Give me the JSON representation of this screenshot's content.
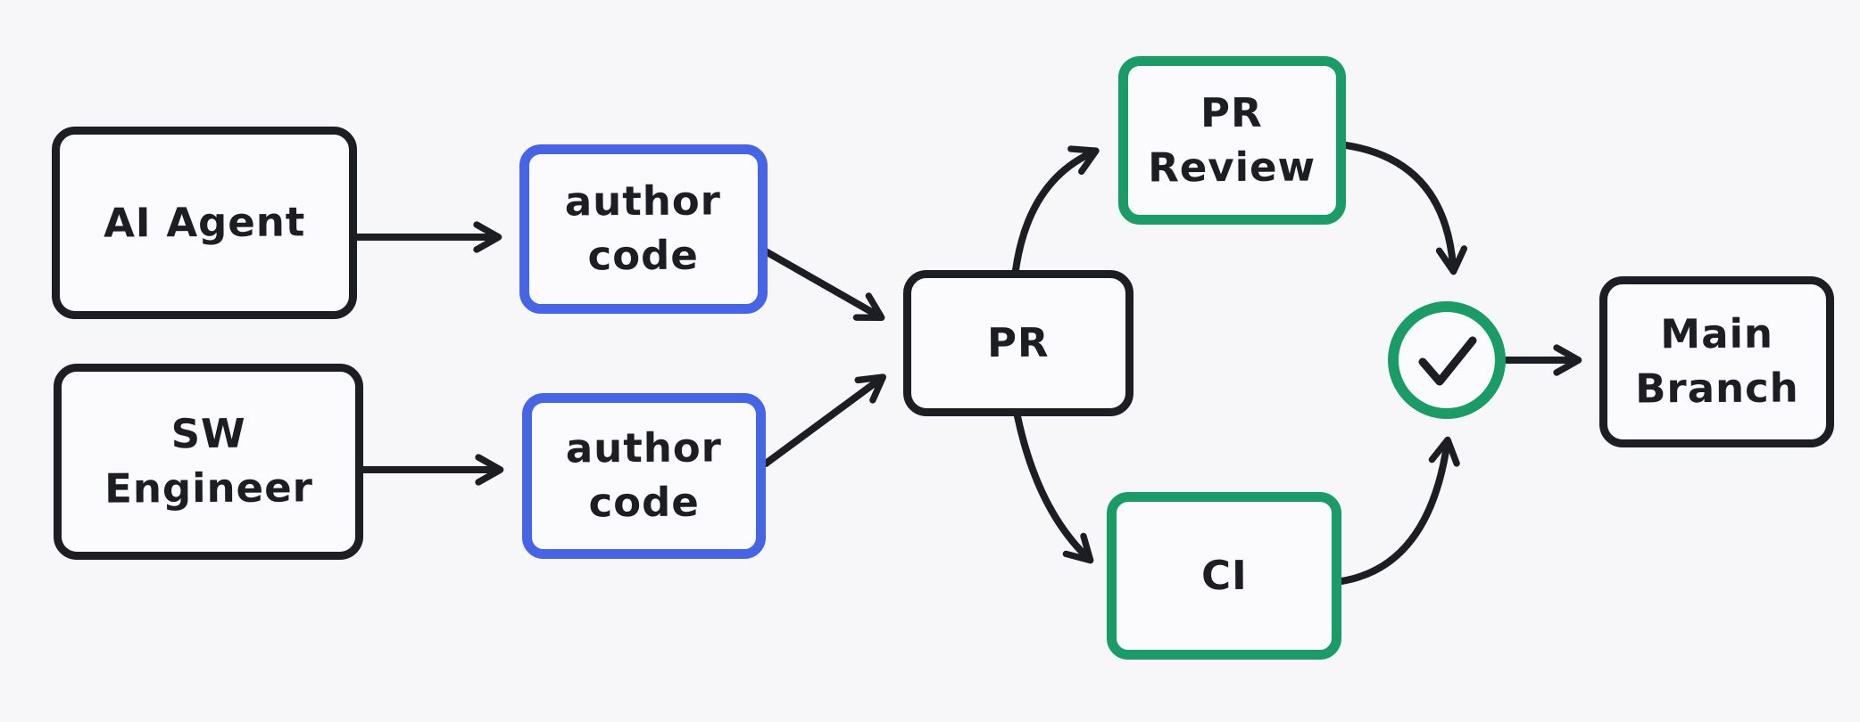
{
  "canvas": {
    "background": "#f7f7fa",
    "kind": "hand-drawn flow diagram"
  },
  "palette": {
    "stroke_black": "#1d1d24",
    "stroke_blue": "#4564e8",
    "stroke_green": "#199c66",
    "node_fill": "#fbfbfd"
  },
  "nodes": {
    "ai_agent": {
      "label": "AI Agent",
      "stroke": "#1d1d24"
    },
    "sw_engineer": {
      "label": "SW\nEngineer",
      "stroke": "#1d1d24"
    },
    "author_code_top": {
      "label": "author\ncode",
      "stroke": "#4564e8"
    },
    "author_code_bottom": {
      "label": "author\ncode",
      "stroke": "#4564e8"
    },
    "pr": {
      "label": "PR",
      "stroke": "#1d1d24"
    },
    "pr_review": {
      "label": "PR\nReview",
      "stroke": "#199c66"
    },
    "ci": {
      "label": "CI",
      "stroke": "#199c66"
    },
    "approval": {
      "icon": "check-icon",
      "stroke": "#199c66"
    },
    "main_branch": {
      "label": "Main\nBranch",
      "stroke": "#1d1d24"
    }
  },
  "edges": [
    {
      "from": "ai_agent",
      "to": "author_code_top",
      "shape": "straight"
    },
    {
      "from": "sw_engineer",
      "to": "author_code_bottom",
      "shape": "straight"
    },
    {
      "from": "author_code_top",
      "to": "pr",
      "shape": "straight"
    },
    {
      "from": "author_code_bottom",
      "to": "pr",
      "shape": "straight"
    },
    {
      "from": "pr",
      "to": "pr_review",
      "shape": "curved"
    },
    {
      "from": "pr",
      "to": "ci",
      "shape": "curved"
    },
    {
      "from": "pr_review",
      "to": "approval",
      "shape": "curved"
    },
    {
      "from": "ci",
      "to": "approval",
      "shape": "curved"
    },
    {
      "from": "approval",
      "to": "main_branch",
      "shape": "straight"
    }
  ]
}
